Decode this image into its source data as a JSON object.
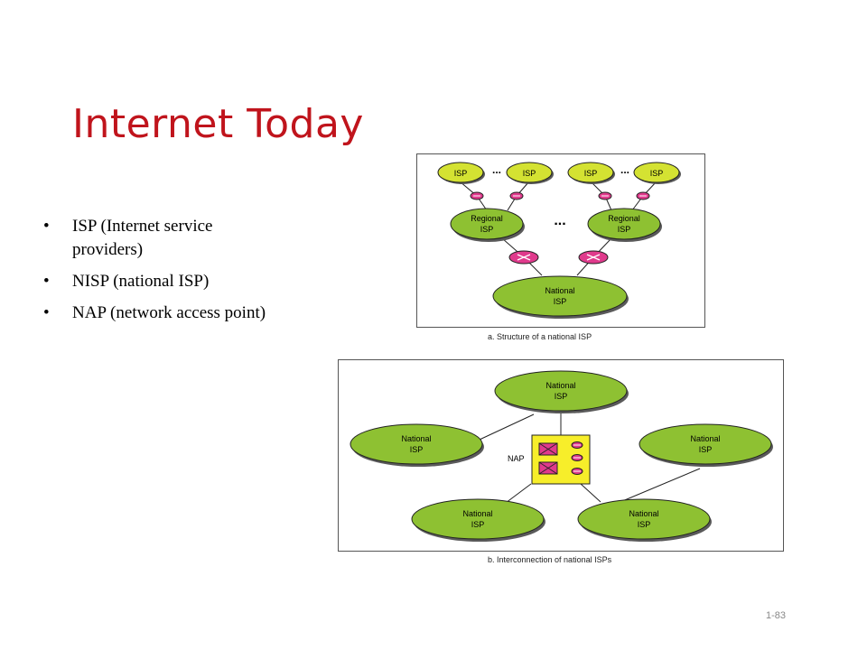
{
  "slide": {
    "title": "Internet Today",
    "page_number": "1-83",
    "bullets": [
      "ISP (Internet service providers)",
      "NISP (national ISP)",
      "NAP (network access point)"
    ]
  },
  "diagram_a": {
    "isp_label": "ISP",
    "ellipsis": "...",
    "regional_line1": "Regional",
    "regional_line2": "ISP",
    "national_line1": "National",
    "national_line2": "ISP",
    "caption": "a. Structure of a national ISP"
  },
  "diagram_b": {
    "national_line1": "National",
    "national_line2": "ISP",
    "nap_label": "NAP",
    "caption": "b. Interconnection of national ISPs"
  },
  "colors": {
    "title": "#c0141c",
    "isp_fill": "#d4e232",
    "national_fill": "#8ec132",
    "router_fill": "#e03a8c",
    "nap_fill": "#f7ee2a"
  }
}
